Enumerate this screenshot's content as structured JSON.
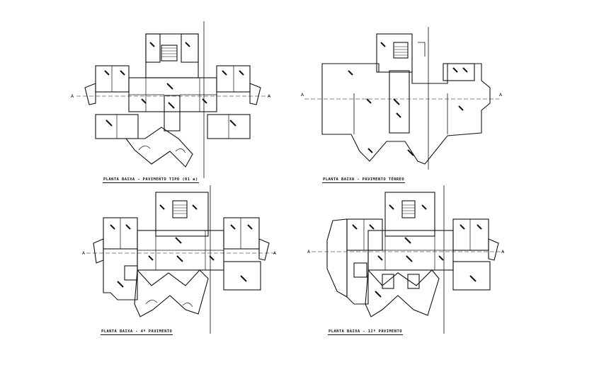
{
  "sheet": {
    "title": "",
    "plans": [
      {
        "id": "p1",
        "caption": "PLANTA BAIXA - PAVIMENTO TIPO (01 a)",
        "section_label_left": "A",
        "section_label_right": "A"
      },
      {
        "id": "p2",
        "caption": "PLANTA BAIXA - PAVIMENTO TÉRREO",
        "section_label_left": "A",
        "section_label_right": "A"
      },
      {
        "id": "p3",
        "caption": "PLANTA BAIXA - 4º PAVIMENTO",
        "section_label_left": "A",
        "section_label_right": "A"
      },
      {
        "id": "p4",
        "caption": "PLANTA BAIXA - 12º PAVIMENTO",
        "section_label_left": "A",
        "section_label_right": "A"
      }
    ]
  },
  "colors": {
    "line": "#111111",
    "background": "#ffffff"
  }
}
